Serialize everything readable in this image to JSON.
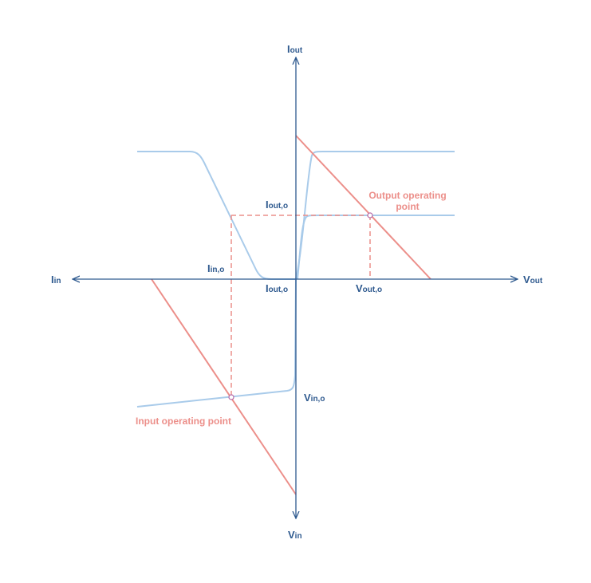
{
  "colors": {
    "axis": "#2f5a8f",
    "curve": "#a9cbea",
    "load_line": "#ec8f8a",
    "label": "#2f5a8f",
    "annotation": "#ec8f8a"
  },
  "labels": {
    "i_out": {
      "main": "I",
      "sub": "out"
    },
    "i_in": {
      "main": "I",
      "sub": "in"
    },
    "v_out": {
      "main": "V",
      "sub": "out"
    },
    "v_in": {
      "main": "V",
      "sub": "in"
    },
    "i_out_o_top": {
      "main": "I",
      "sub": "out,o"
    },
    "i_out_o_bottom": {
      "main": "I",
      "sub": "out,o"
    },
    "i_in_o": {
      "main": "I",
      "sub": "in,o"
    },
    "v_out_o": {
      "main": "V",
      "sub": "out,o"
    },
    "v_in_o": {
      "main": "V",
      "sub": "in,o"
    }
  },
  "annotations": {
    "output_point_line1": "Output operating",
    "output_point_line2": "point",
    "input_point": "Input operating point"
  }
}
